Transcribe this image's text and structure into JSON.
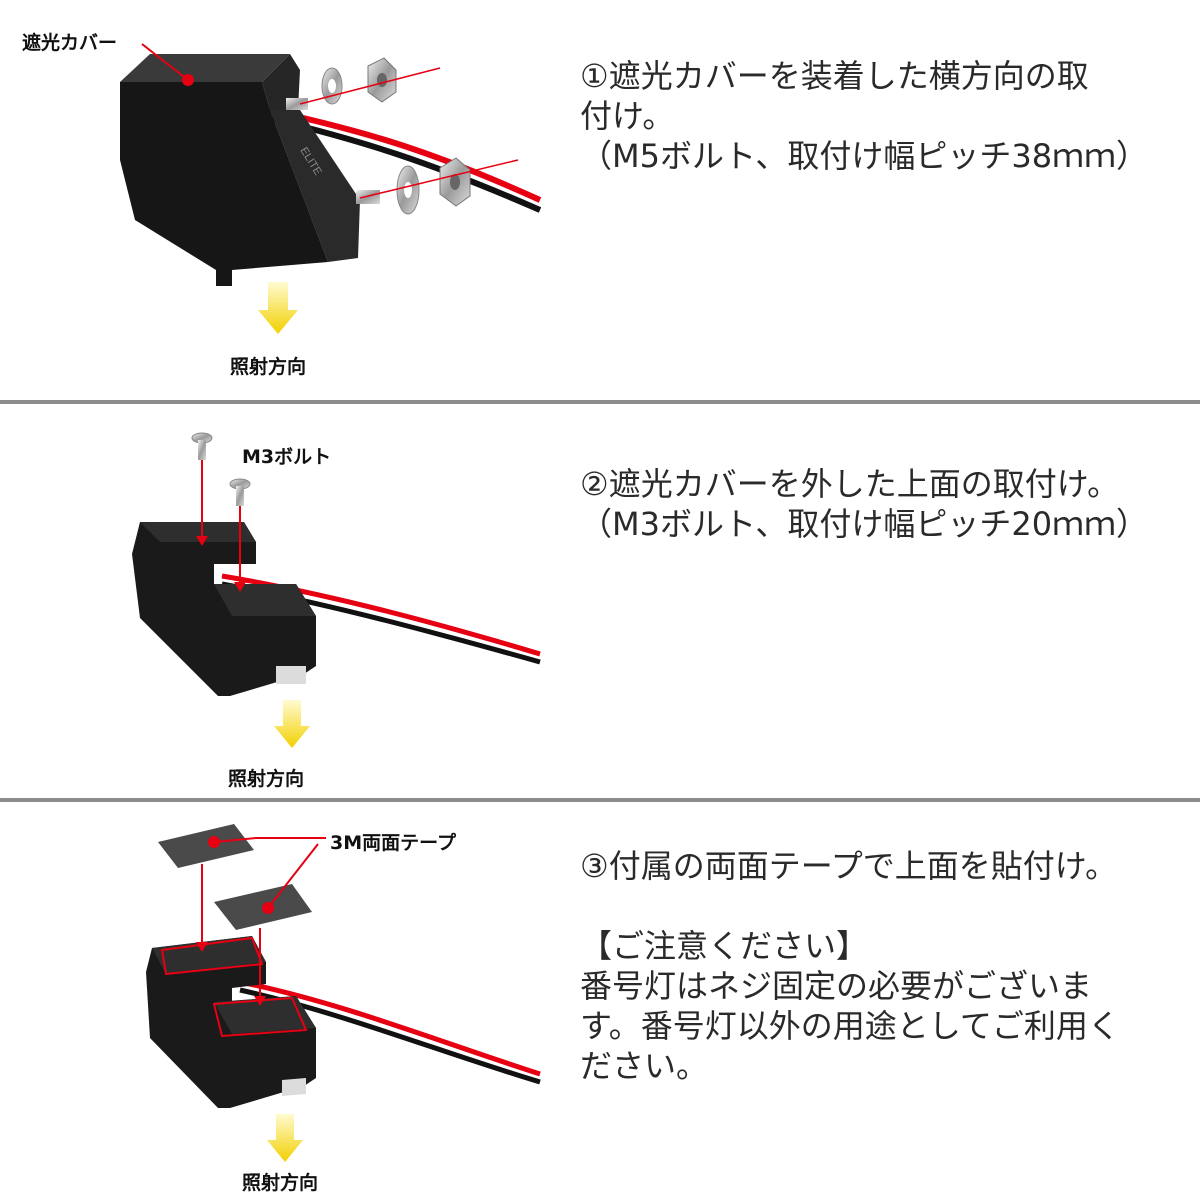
{
  "section1": {
    "cover_label": "遮光カバー",
    "direction_label": "照射方向",
    "desc_lines": [
      "①遮光カバーを装着した横方向の取",
      "付け。",
      "（M5ボルト、取付け幅ピッチ38ｍｍ）"
    ]
  },
  "section2": {
    "bolt_label": "M3ボルト",
    "direction_label": "照射方向",
    "desc_lines": [
      "②遮光カバーを外した上面の取付け。",
      "（M3ボルト、取付け幅ピッチ20ｍｍ）"
    ]
  },
  "section3": {
    "tape_label": "3M両面テープ",
    "direction_label": "照射方向",
    "desc_line": "③付属の両面テープで上面を貼付け。",
    "notice_heading": "【ご注意ください】",
    "notice_lines": [
      "番号灯はネジ固定の必要がございま",
      "す。番号灯以外の用途としてご利用く",
      "ださい。"
    ]
  },
  "colors": {
    "divider": "#8c8c8c",
    "pointer": "#e60012",
    "arrow": "#f5d800",
    "body": "#1c1c1c"
  }
}
